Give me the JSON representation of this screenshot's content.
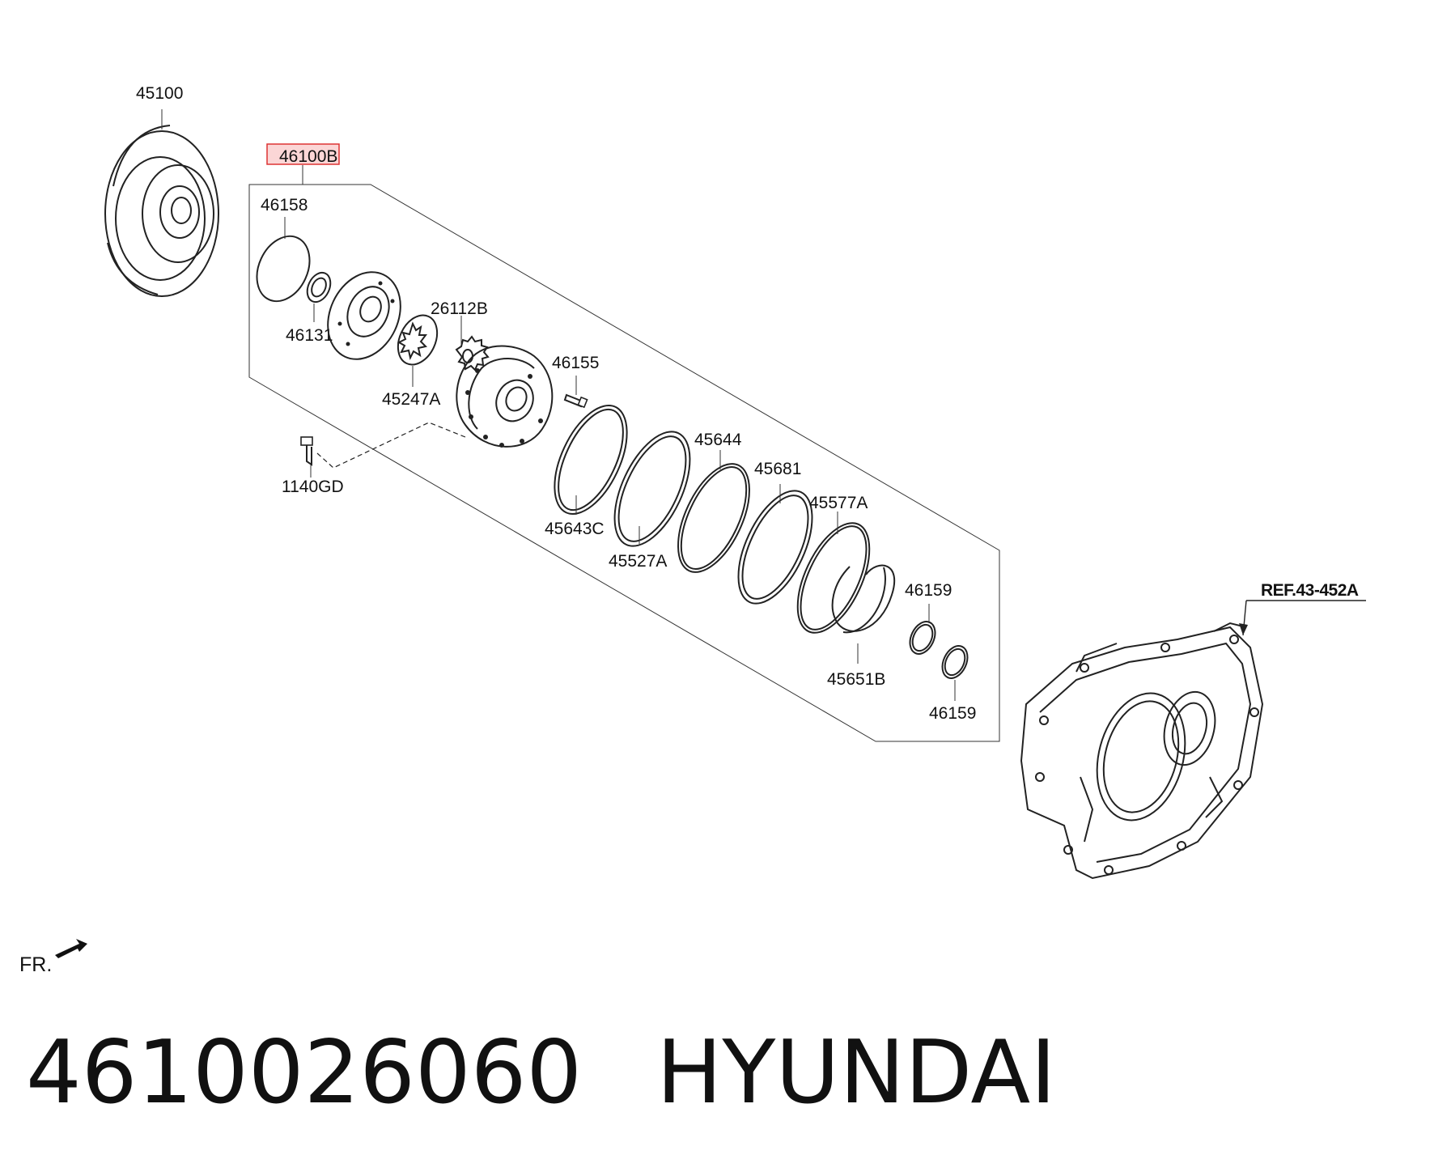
{
  "parts": {
    "torque_converter": "45100",
    "pump_assembly": "46100B",
    "o_ring": "46158",
    "oil_seal": "46131",
    "driven_gear": "45247A",
    "drive_gear": "26112B",
    "pump_bolt": "46155",
    "flange_bolt": "1140GD",
    "seal_ring_c": "45643C",
    "gasket": "45527A",
    "ring_45644": "45644",
    "ring_45681": "45681",
    "ring_45577a": "45577A",
    "ring_45651b": "45651B",
    "seal_ring_upper": "46159",
    "seal_ring_lower": "46159"
  },
  "reference": "REF.43-452A",
  "front_marker": "FR.",
  "footer": {
    "part_number": "4610026060",
    "brand": "HYUNDAI"
  }
}
